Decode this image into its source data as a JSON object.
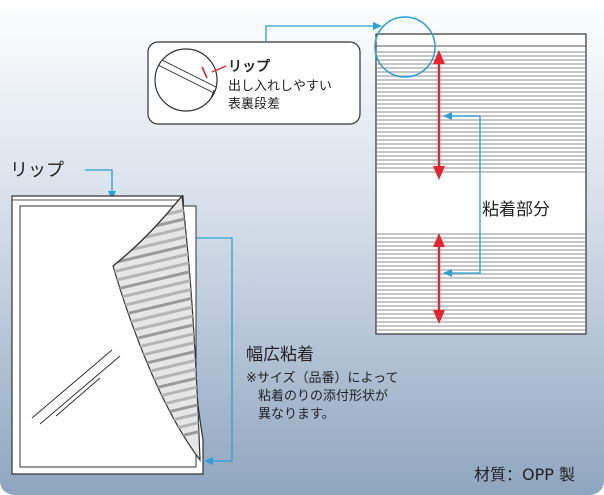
{
  "colors": {
    "panel_top": "#ffffff",
    "panel_bottom": "#8fa5bf",
    "leader_line": "#2a9fd8",
    "arrow_red": "#e8242e",
    "stripe": "#b4b4b4",
    "text": "#222222"
  },
  "labels": {
    "lip_title": "リップ",
    "lip_line1": "出し入れしやすい",
    "lip_line2": "表裏段差",
    "lip_left": "リップ",
    "adhesive": "粘着部分",
    "wide_title": "幅広粘着",
    "note_line1": "※サイズ（品番）によって",
    "note_line2": "粘着のりの添付形状が",
    "note_line3": "異なります。",
    "material": "材質：OPP 製"
  }
}
